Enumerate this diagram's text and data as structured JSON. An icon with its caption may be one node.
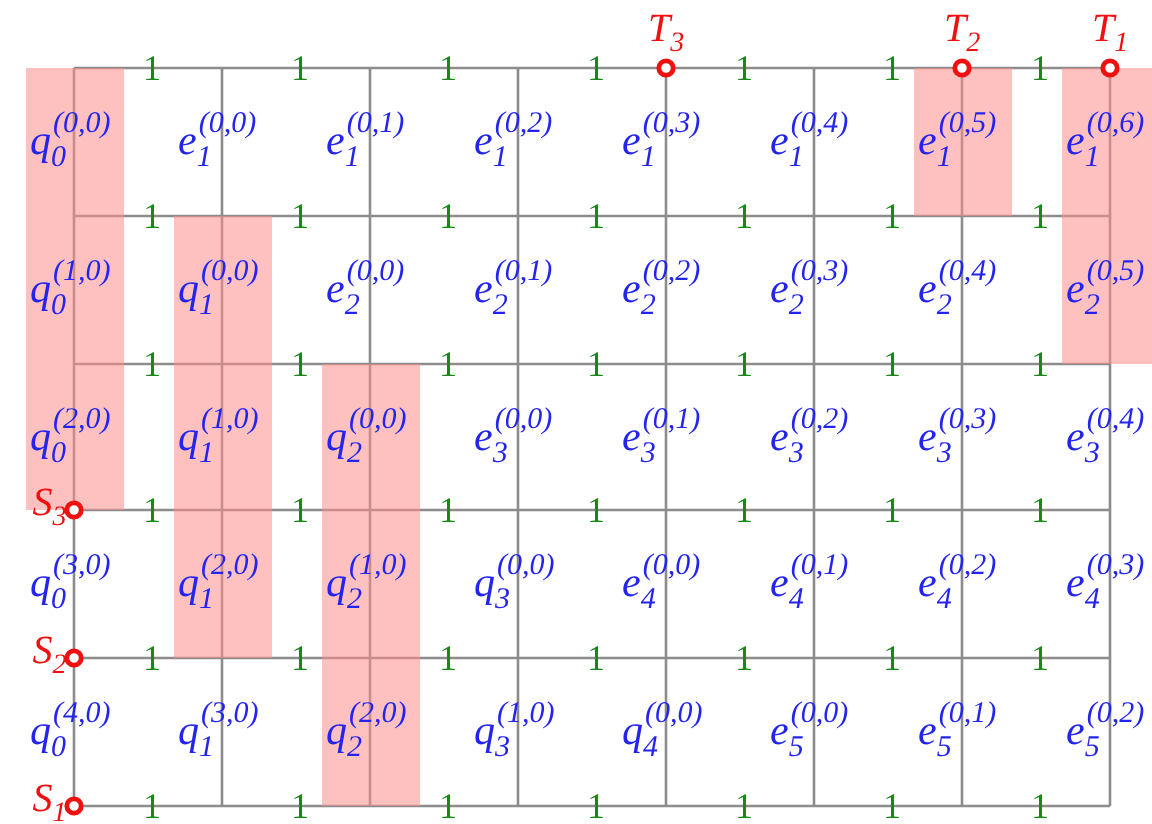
{
  "diagram": {
    "labels": [
      "T$_{3}$",
      "T$_{2}$",
      "T$_{1}$",
      "1",
      "1",
      "1",
      "1",
      "1",
      "1",
      "1",
      "q$_{0}$$^{(0,0)}$",
      "e$_{1}$$^{(0,0)}$",
      "e$_{1}$$^{(0,1)}$",
      "e$_{1}$$^{(0,2)}$",
      "e$_{1}$$^{(0,3)}$",
      "e$_{1}$$^{(0,4)}$",
      "e$_{1}$$^{(0,5)}$",
      "e$_{1}$$^{(0,6)}$",
      "1",
      "1",
      "1",
      "1",
      "1",
      "1",
      "1",
      "q$_{0}$$^{(1,0)}$",
      "q$_{1}$$^{(0,0)}$",
      "e$_{2}$$^{(0,0)}$",
      "e$_{2}$$^{(0,1)}$",
      "e$_{2}$$^{(0,2)}$",
      "e$_{2}$$^{(0,3)}$",
      "e$_{2}$$^{(0,4)}$",
      "e$_{2}$$^{(0,5)}$",
      "1",
      "1",
      "1",
      "1",
      "1",
      "1",
      "1",
      "q$_{0}$$^{(2,0)}$",
      "q$_{1}$$^{(1,0)}$",
      "q$_{2}$$^{(0,0)}$",
      "e$_{3}$$^{(0,0)}$",
      "e$_{3}$$^{(0,1)}$",
      "e$_{3}$$^{(0,2)}$",
      "e$_{3}$$^{(0,3)}$",
      "e$_{3}$$^{(0,4)}$",
      "S$_{3}$",
      "1",
      "1",
      "1",
      "1",
      "1",
      "1",
      "1",
      "q$_{0}$$^{(3,0)}$",
      "q$_{1}$$^{(2,0)}$",
      "q$_{2}$$^{(1,0)}$",
      "q$_{3}$$^{(0,0)}$",
      "e$_{4}$$^{(0,0)}$",
      "e$_{4}$$^{(0,1)}$",
      "e$_{4}$$^{(0,2)}$",
      "e$_{4}$$^{(0,3)}$",
      "S$_{2}$",
      "1",
      "1",
      "1",
      "1",
      "1",
      "1",
      "1",
      "q$_{0}$$^{(4,0)}$",
      "q$_{1}$$^{(3,0)}$",
      "q$_{2}$$^{(2,0)}$",
      "q$_{3}$$^{(1,0)}$",
      "q$_{4}$$^{(0,0)}$",
      "e$_{5}$$^{(0,0)}$",
      "e$_{5}$$^{(0,1)}$",
      "e$_{5}$$^{(0,2)}$",
      "S$_{1}$",
      "1",
      "1",
      "1",
      "1",
      "1",
      "1",
      "1"
    ]
  }
}
